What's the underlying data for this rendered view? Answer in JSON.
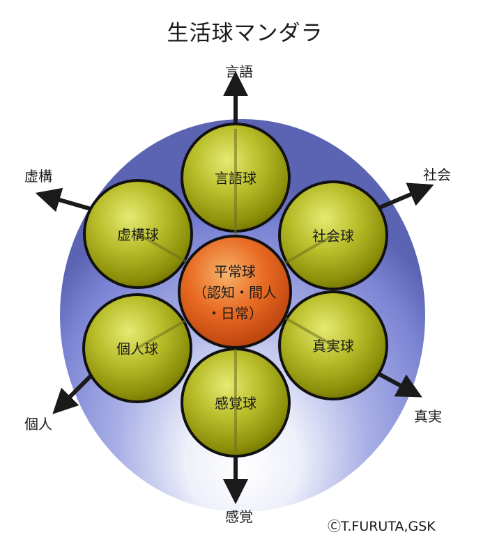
{
  "title": "生活球マンダラ",
  "copyright": "ⒸT.FURUTA,GSK",
  "center_sphere": {
    "line1": "平常球",
    "line2": "（認知・間人",
    "line3": "・日常）",
    "color": "#e0581c"
  },
  "spheres": [
    {
      "key": "language",
      "label": "言語球",
      "axis_label": "言語"
    },
    {
      "key": "society",
      "label": "社会球",
      "axis_label": "社会"
    },
    {
      "key": "truth",
      "label": "真実球",
      "axis_label": "真実"
    },
    {
      "key": "sense",
      "label": "感覚球",
      "axis_label": "感覚"
    },
    {
      "key": "individual",
      "label": "個人球",
      "axis_label": "個人"
    },
    {
      "key": "fiction",
      "label": "虚構球",
      "axis_label": "虚構"
    }
  ],
  "colors": {
    "outer_sphere": "#7d86d8",
    "outer_sphere_highlight": "#f4f5fb",
    "inner_sphere": "#9a9a10",
    "inner_sphere_highlight": "#e4e870",
    "arrow": "#1a1a1a"
  }
}
